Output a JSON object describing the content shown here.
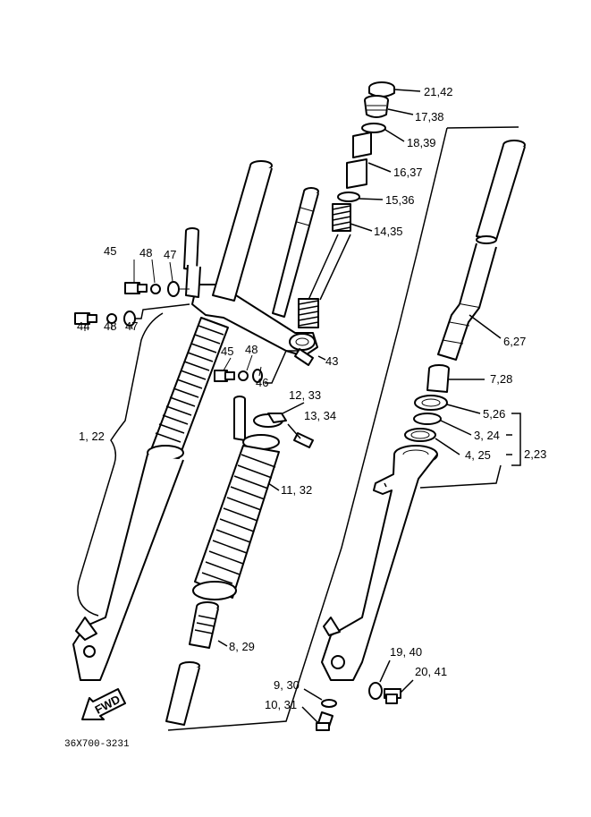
{
  "diagram": {
    "part_code": "36X700-3231",
    "fwd_label": "FWD",
    "callouts": [
      {
        "id": "c-21-42",
        "text": "21,42"
      },
      {
        "id": "c-17-38",
        "text": "17,38"
      },
      {
        "id": "c-18-39",
        "text": "18,39"
      },
      {
        "id": "c-16-37",
        "text": "16,37"
      },
      {
        "id": "c-15-36",
        "text": "15,36"
      },
      {
        "id": "c-14-35",
        "text": "14,35"
      },
      {
        "id": "c-6-27",
        "text": "6,27"
      },
      {
        "id": "c-7-28",
        "text": "7,28"
      },
      {
        "id": "c-5-26",
        "text": "5,26"
      },
      {
        "id": "c-3-24",
        "text": "3, 24"
      },
      {
        "id": "c-2-23",
        "text": "2,23"
      },
      {
        "id": "c-4-25",
        "text": "4, 25"
      },
      {
        "id": "c-45a",
        "text": "45"
      },
      {
        "id": "c-48a",
        "text": "48"
      },
      {
        "id": "c-47a",
        "text": "47"
      },
      {
        "id": "c-44",
        "text": "44"
      },
      {
        "id": "c-48b",
        "text": "48"
      },
      {
        "id": "c-47b",
        "text": "47"
      },
      {
        "id": "c-45b",
        "text": "45"
      },
      {
        "id": "c-48c",
        "text": "48"
      },
      {
        "id": "c-46",
        "text": "46"
      },
      {
        "id": "c-43",
        "text": "43"
      },
      {
        "id": "c-12-33",
        "text": "12, 33"
      },
      {
        "id": "c-13-34",
        "text": "13, 34"
      },
      {
        "id": "c-1-22",
        "text": "1, 22"
      },
      {
        "id": "c-11-32",
        "text": "11, 32"
      },
      {
        "id": "c-8-29",
        "text": "8, 29"
      },
      {
        "id": "c-19-40",
        "text": "19, 40"
      },
      {
        "id": "c-20-41",
        "text": "20, 41"
      },
      {
        "id": "c-9-30",
        "text": "9, 30"
      },
      {
        "id": "c-10-31",
        "text": "10, 31"
      }
    ]
  }
}
